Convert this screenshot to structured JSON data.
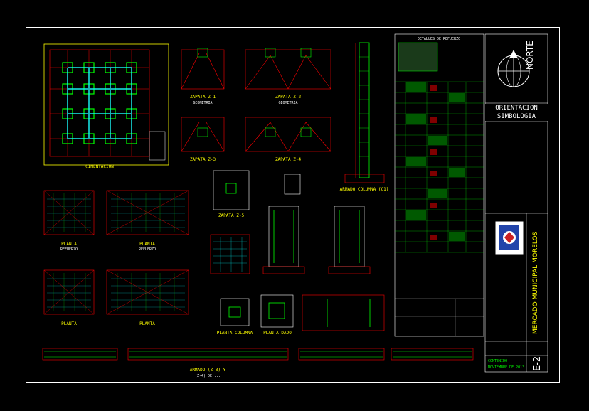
{
  "sheet": {
    "colors": {
      "background": "#000000",
      "grid": "#ff0000",
      "rebar": "#00ff00",
      "dimension": "#00ffff",
      "labels": "#ffff00",
      "frame": "#ffffff"
    }
  },
  "views": {
    "cimentacion_label": "CIMENTACION",
    "zapata_1_title": "ZAPATA Z-1",
    "zapata_2_title": "ZAPATA Z-2",
    "zapata_3_title": "ZAPATA Z-3",
    "zapata_4_title": "ZAPATA Z-4",
    "zapata_5_title": "ZAPATA Z-5",
    "geometria": "GEOMETRIA",
    "armado_columna": "ARMADO COLUMNA (C1)",
    "refuerzo": "REFUERZO",
    "planta_columna": "PLANTA COLUMNA",
    "planta_dado": "PLANTA DADO",
    "armado_z3": "ARMADO (Z-3) Y",
    "armado_z4": "(Z-4) DE ...",
    "planta": "PLANTA"
  },
  "title_block": {
    "orientacion": "ORIENTACION",
    "simbologia": "SIMBOLOGIA",
    "norte": "NORTE",
    "project": "MERCADO MUNICIPAL MORELOS",
    "detalles_refuerzo": "DETALLES DE REFUERZO",
    "sheet_number": "E-2",
    "date": "NOVIEMBRE DE 2013",
    "drawn_by_label": "CONTENIDO"
  }
}
